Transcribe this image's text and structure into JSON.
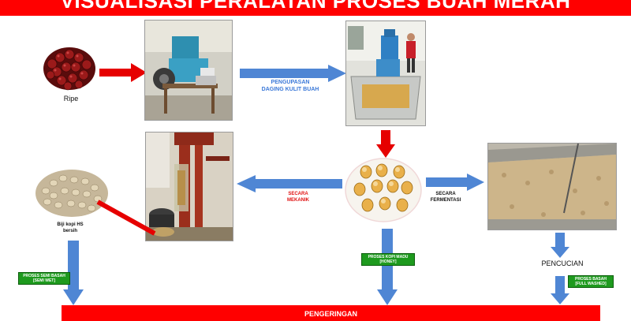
{
  "title": "VISUALISASI PERALATAN PROSES BUAH MERAH",
  "labels": {
    "ripe": "Ripe",
    "pengupasan_line1": "PENGUPASAN",
    "pengupasan_line2": "DAGING KULIT BUAH",
    "secara_mekanik_line1": "SECARA",
    "secara_mekanik_line2": "MEKANIK",
    "secara_fermentasi_line1": "SECARA",
    "secara_fermentasi_line2": "FERMENTASI",
    "biji_line1": "Biji kopi HS",
    "biji_line2": "bersih",
    "pencucian": "PENCUCIAN"
  },
  "badges": {
    "semi_wet_line1": "PROSES SEMI BASAH",
    "semi_wet_line2": "[SEMI WET]",
    "honey_line1": "PROSES KOPI MADU",
    "honey_line2": "[HONEY]",
    "full_washed_line1": "PROSES BASAH",
    "full_washed_line2": "[FULL WASHED]"
  },
  "bottom_bar": "PENGERINGAN",
  "colors": {
    "title_bar": "#ff0000",
    "flow_arrow": "#4f86d4",
    "accent_arrow": "#e60000",
    "badge_green": "#1e9a1e"
  },
  "icons": {
    "ripe_cherries": "ripe-coffee-cherries-image",
    "pulper_machine": "pulper-machine-photo",
    "pulping_tank": "pulping-tank-photo",
    "mechanical_demucilager": "mechanical-demucilager-photo",
    "parchment_beans": "parchment-beans-photo",
    "fermentation_tank": "fermentation-tank-photo",
    "clean_beans": "clean-hs-beans-image"
  }
}
